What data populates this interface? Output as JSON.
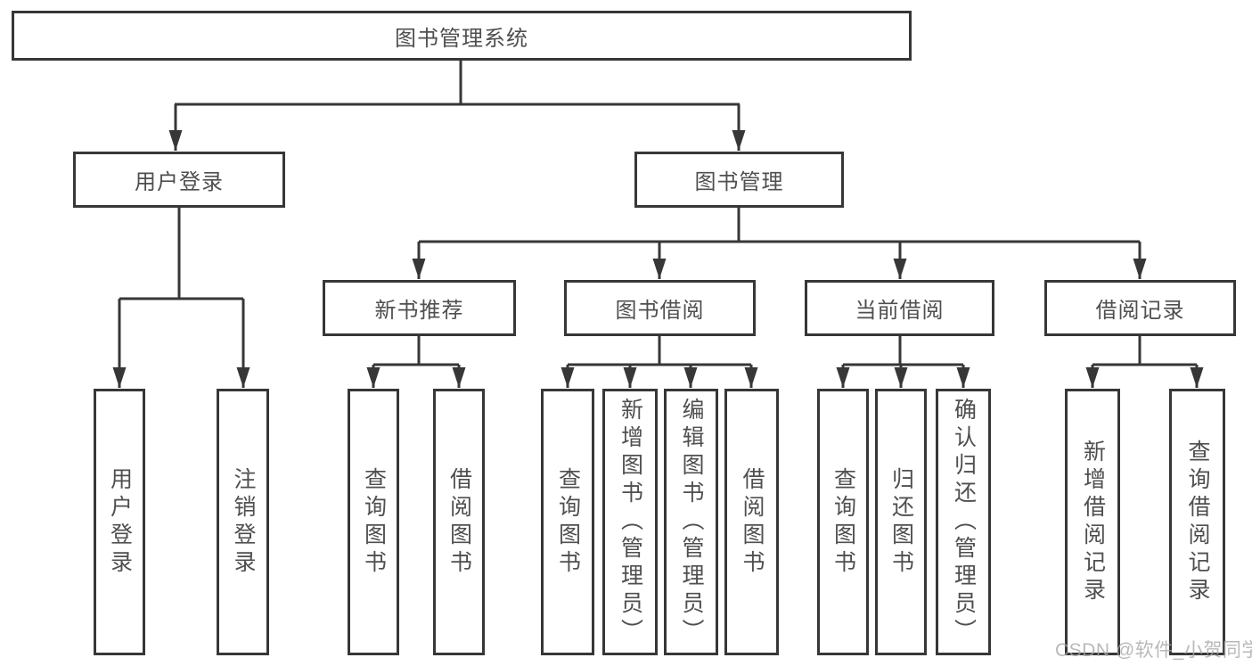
{
  "diagram": {
    "root": {
      "label": "图书管理系统"
    },
    "branches": [
      {
        "label": "用户登录",
        "children": [
          {
            "label": "用户登录"
          },
          {
            "label": "注销登录"
          }
        ]
      },
      {
        "label": "图书管理",
        "children": [
          {
            "label": "新书推荐",
            "children": [
              {
                "label": "查询图书"
              },
              {
                "label": "借阅图书"
              }
            ]
          },
          {
            "label": "图书借阅",
            "children": [
              {
                "label": "查询图书"
              },
              {
                "label": "新增图书（管理员）"
              },
              {
                "label": "编辑图书（管理员）"
              },
              {
                "label": "借阅图书"
              }
            ]
          },
          {
            "label": "当前借阅",
            "children": [
              {
                "label": "查询图书"
              },
              {
                "label": "归还图书"
              },
              {
                "label": "确认归还（管理员）"
              }
            ]
          },
          {
            "label": "借阅记录",
            "children": [
              {
                "label": "新增借阅记录"
              },
              {
                "label": "查询借阅记录"
              }
            ]
          }
        ]
      }
    ],
    "line_color": "#373737",
    "watermark": "CSDN @软件_小贺同学"
  }
}
